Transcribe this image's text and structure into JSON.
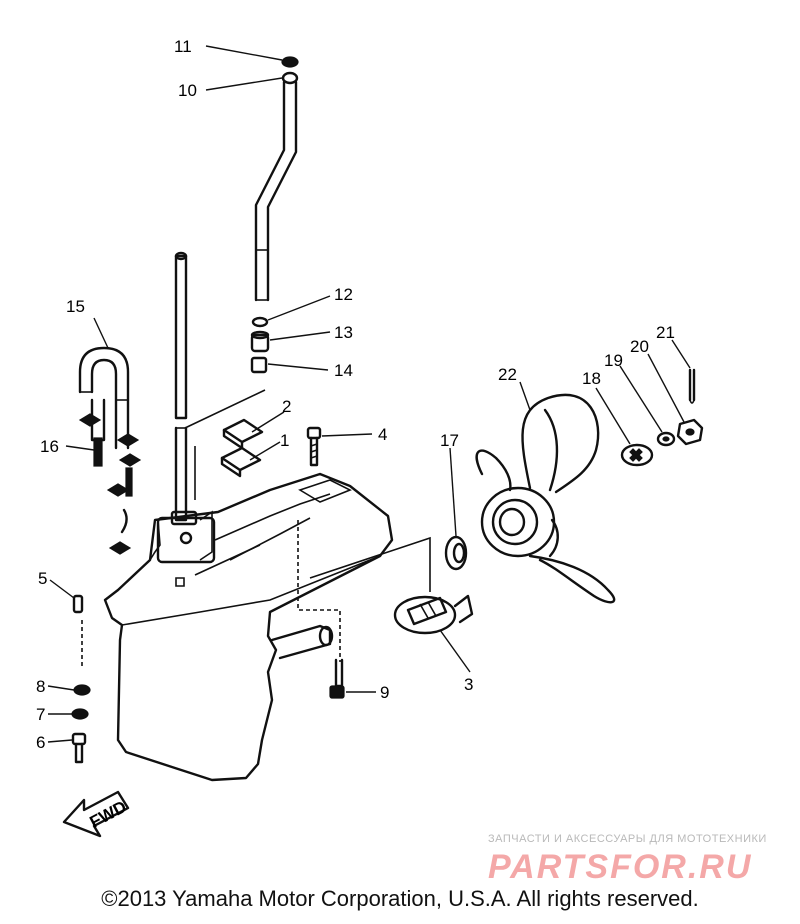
{
  "diagram": {
    "callouts": {
      "p1": "1",
      "p2": "2",
      "p3": "3",
      "p4": "4",
      "p5": "5",
      "p6": "6",
      "p7": "7",
      "p8": "8",
      "p9": "9",
      "p10": "10",
      "p11": "11",
      "p12": "12",
      "p13": "13",
      "p14": "14",
      "p15": "15",
      "p16": "16",
      "p17": "17",
      "p18": "18",
      "p19": "19",
      "p20": "20",
      "p21": "21",
      "p22": "22"
    },
    "fwd_label": "FWD"
  },
  "watermark": {
    "tagline": "ЗАПЧАСТИ И АКСЕССУАРЫ ДЛЯ МОТОТЕХНИКИ",
    "logo": "PARTSFOR.RU"
  },
  "footer": {
    "copyright": "©2013 Yamaha Motor Corporation, U.S.A. All rights reserved."
  }
}
